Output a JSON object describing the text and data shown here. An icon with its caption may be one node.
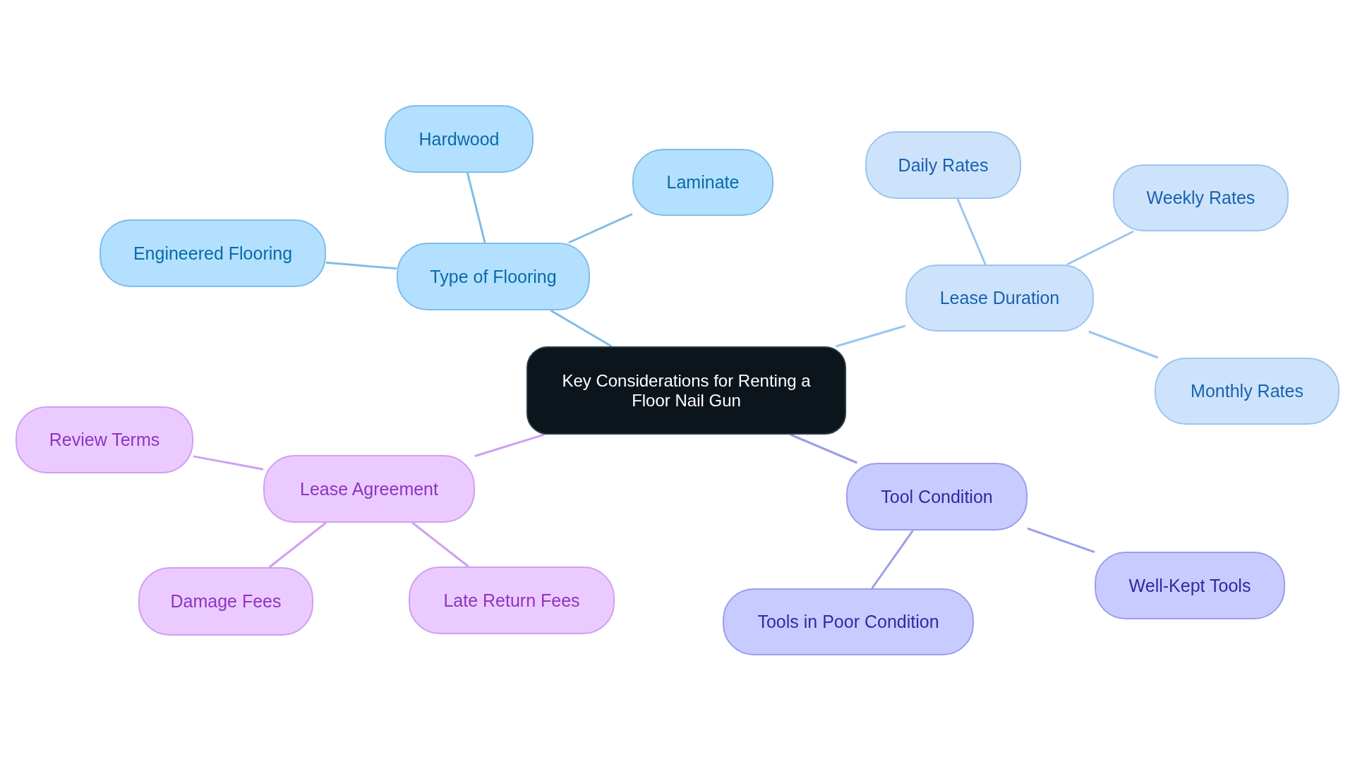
{
  "diagram": {
    "nodes": [
      {
        "text": [
          "Key Considerations for Renting a Floor Nail Gun"
        ]
      },
      {
        "text": [
          "Type of Flooring"
        ]
      },
      {
        "text": [
          "Hardwood"
        ]
      },
      {
        "text": [
          "Laminate"
        ]
      },
      {
        "text": [
          "Engineered Flooring"
        ]
      },
      {
        "text": [
          "Lease Duration"
        ]
      },
      {
        "text": [
          "Daily Rates"
        ]
      },
      {
        "text": [
          "Weekly Rates"
        ]
      },
      {
        "text": [
          "Monthly Rates"
        ]
      },
      {
        "text": [
          "Tool Condition"
        ]
      },
      {
        "text": [
          "Tools in Poor Condition"
        ]
      },
      {
        "text": [
          "Well-Kept Tools"
        ]
      },
      {
        "text": [
          "Lease Agreement"
        ]
      },
      {
        "text": [
          "Review Terms"
        ]
      },
      {
        "text": [
          "Damage Fees"
        ]
      },
      {
        "text": [
          "Late Return Fees"
        ]
      }
    ],
    "edges": [
      {
        "from": 0,
        "to": 1,
        "arrow": "none",
        "color": "#7fbde8"
      },
      {
        "from": 1,
        "to": 2,
        "arrow": "none",
        "color": "#7fbde8"
      },
      {
        "from": 1,
        "to": 3,
        "arrow": "none",
        "color": "#7fbde8"
      },
      {
        "from": 1,
        "to": 4,
        "arrow": "none",
        "color": "#7fbde8"
      },
      {
        "from": 0,
        "to": 5,
        "arrow": "none",
        "color": "#9cc5ee"
      },
      {
        "from": 5,
        "to": 6,
        "arrow": "none",
        "color": "#9cc5ee"
      },
      {
        "from": 5,
        "to": 7,
        "arrow": "none",
        "color": "#9cc5ee"
      },
      {
        "from": 5,
        "to": 8,
        "arrow": "none",
        "color": "#9cc5ee"
      },
      {
        "from": 0,
        "to": 9,
        "arrow": "none",
        "color": "#9b9eea"
      },
      {
        "from": 9,
        "to": 10,
        "arrow": "none",
        "color": "#9b9eea"
      },
      {
        "from": 9,
        "to": 11,
        "arrow": "none",
        "color": "#9b9eea"
      },
      {
        "from": 0,
        "to": 12,
        "arrow": "none",
        "color": "#cf9ff0"
      },
      {
        "from": 12,
        "to": 13,
        "arrow": "none",
        "color": "#cf9ff0"
      },
      {
        "from": 12,
        "to": 14,
        "arrow": "none",
        "color": "#cf9ff0"
      },
      {
        "from": 12,
        "to": 15,
        "arrow": "none",
        "color": "#cf9ff0"
      }
    ]
  }
}
